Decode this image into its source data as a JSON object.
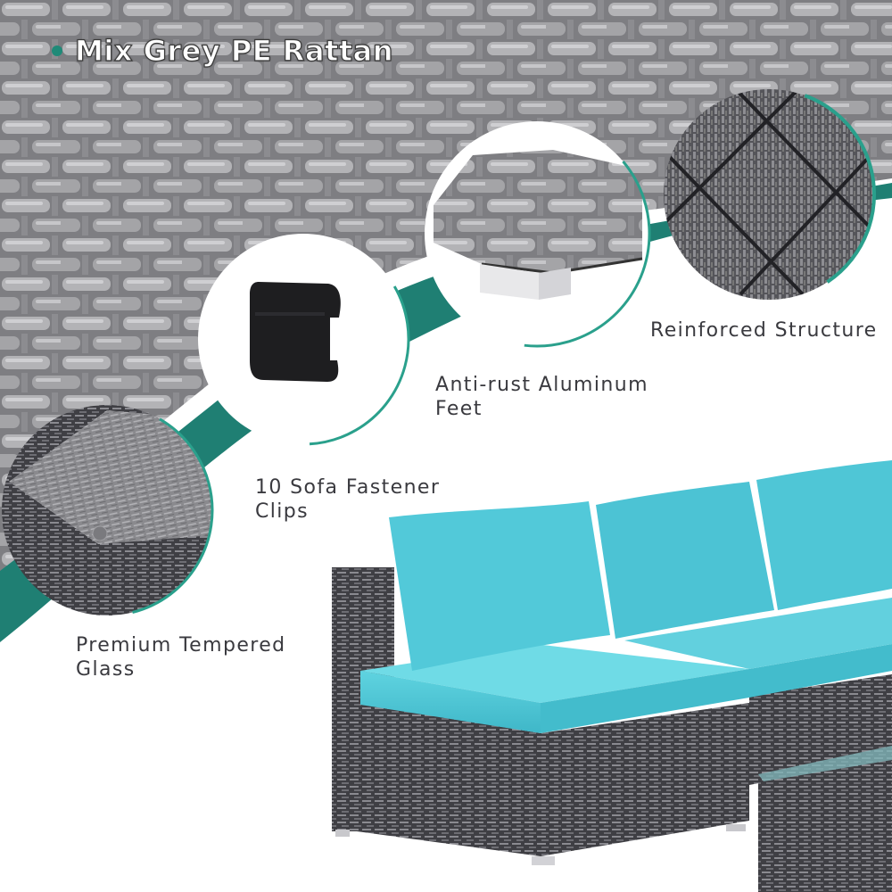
{
  "headline": {
    "bullet_color": "#1f8a78",
    "text": "Mix Grey PE Rattan"
  },
  "colors": {
    "accent_teal": "#1f7f73",
    "ring_teal": "#2aa08c",
    "rattan_light": "#a9a9ab",
    "rattan_dark": "#5c5c60",
    "cushion_blue": "#4cc8d8",
    "label_text": "#3a3a3f"
  },
  "features": [
    {
      "id": "reinforced-structure",
      "label": "Reinforced Structure",
      "icon": "crosshatch-weave-icon"
    },
    {
      "id": "aluminum-feet",
      "label_line1": "Anti-rust Aluminum",
      "label_line2": "Feet",
      "icon": "aluminum-foot-icon"
    },
    {
      "id": "fastener-clips",
      "label_line1": "10 Sofa Fastener",
      "label_line2": "Clips",
      "icon": "c-clip-icon"
    },
    {
      "id": "tempered-glass",
      "label_line1": "Premium Tempered",
      "label_line2": "Glass",
      "icon": "glass-tabletop-icon"
    }
  ],
  "product": {
    "name": "sectional-rattan-sofa",
    "cushion_color": "turquoise",
    "frame": "dark grey wicker"
  }
}
